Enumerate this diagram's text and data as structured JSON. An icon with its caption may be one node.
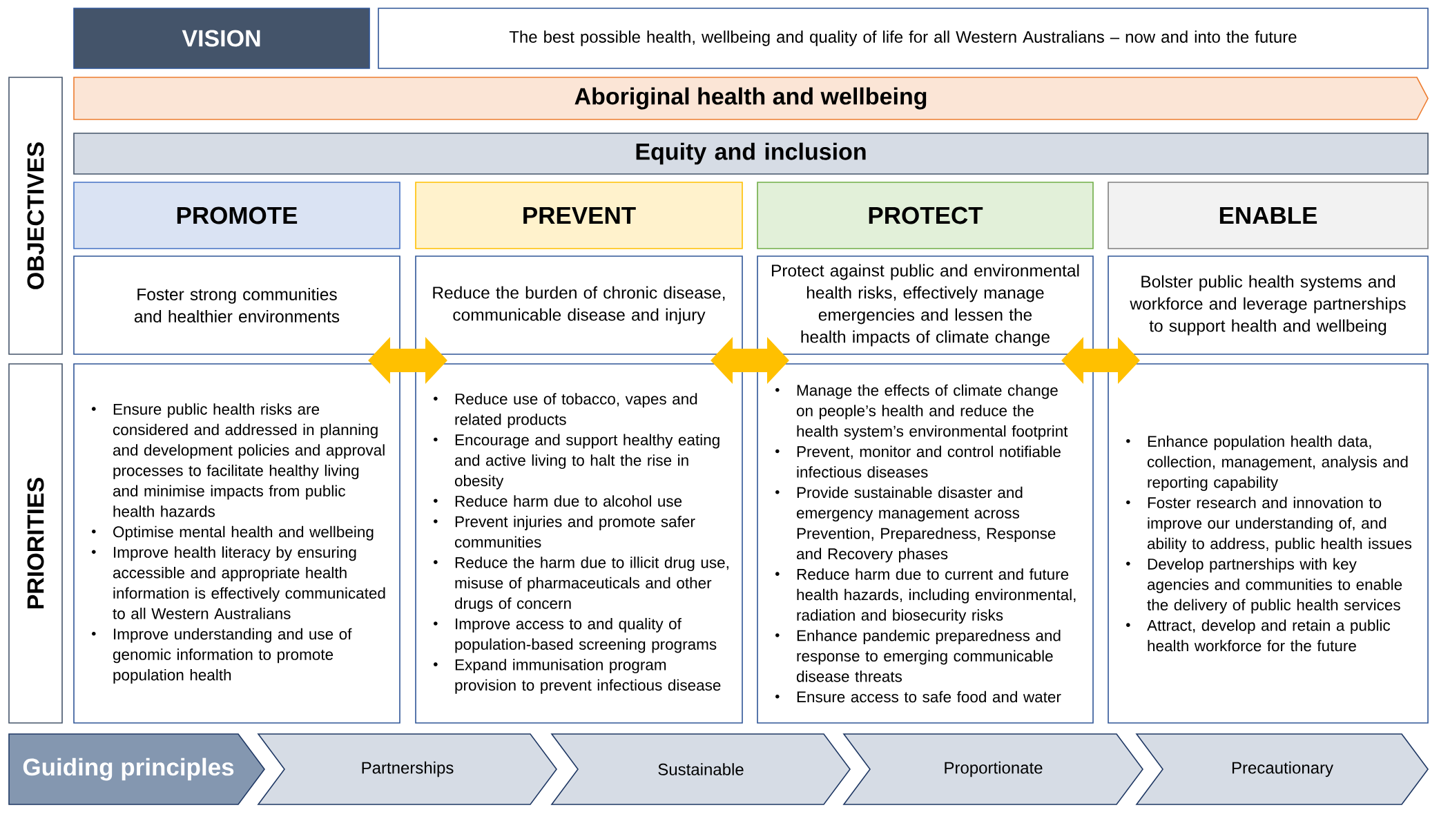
{
  "diagram": {
    "nodes": [
      {
        "text": [
          "VISION"
        ]
      },
      {
        "text": [
          "The best possible health, wellbeing and quality of life for all Western Australians – now and into the future"
        ]
      },
      {
        "text": [
          "OBJECTIVES"
        ]
      },
      {
        "text": [
          "Aboriginal health and wellbeing"
        ]
      },
      {
        "text": [
          "Equity and inclusion"
        ]
      },
      {
        "text": [
          "PROMOTE"
        ]
      },
      {
        "text": [
          "PREVENT"
        ]
      },
      {
        "text": [
          "PROTECT"
        ]
      },
      {
        "text": [
          "ENABLE"
        ]
      },
      {
        "text": [
          "Foster strong communities and healthier environments"
        ]
      },
      {
        "text": [
          "Reduce the burden of chronic disease, communicable disease and injury"
        ]
      },
      {
        "text": [
          "Protect against public and environmental health risks, effectively manage emergencies and lessen the health impacts of climate change"
        ]
      },
      {
        "text": [
          "Bolster public health systems and workforce and leverage partnerships to support health and wellbeing"
        ]
      },
      {
        "text": [
          "PRIORITIES"
        ]
      },
      {
        "text": [
          "Ensure public health risks are considered and addressed in planning and development policies and approval processes to facilitate healthy living and minimise impacts from public health hazards",
          "Optimise mental health and wellbeing",
          "Improve health literacy by ensuring accessible and appropriate health information is effectively communicated to all Western Australians",
          "Improve understanding and use of genomic information to promote population health"
        ]
      },
      {
        "text": [
          "Reduce use of tobacco, vapes and related products",
          "Encourage and support healthy eating and active living to halt the rise in obesity",
          "Reduce harm due to alcohol use",
          "Prevent injuries and promote safer communities",
          "Reduce the harm due to illicit drug use, misuse of pharmaceuticals and other drugs of concern",
          "Improve access to and quality of population-based screening programs",
          "Expand immunisation program provision to prevent infectious disease"
        ]
      },
      {
        "text": [
          "Manage the effects of climate change on people’s health and reduce the health system’s environmental footprint",
          "Prevent, monitor and control notifiable infectious diseases",
          "Provide sustainable disaster and emergency management across Prevention, Preparedness, Response and Recovery phases",
          "Reduce harm due to current and future health hazards, including environmental, radiation and biosecurity risks",
          "Enhance pandemic preparedness and response to emerging communicable disease threats",
          "Ensure access to safe food and water"
        ]
      },
      {
        "text": [
          "Enhance population health data, collection, management, analysis and reporting capability",
          "Foster research and innovation to improve our understanding of, and ability to address, public health issues",
          "Develop partnerships with key agencies and communities to enable the delivery of public health services",
          "Attract, develop and retain a public health workforce for the future"
        ]
      },
      {
        "text": [
          "Guiding principles"
        ]
      },
      {
        "text": [
          "Partnerships"
        ]
      },
      {
        "text": [
          "Sustainable"
        ]
      },
      {
        "text": [
          "Proportionate"
        ]
      },
      {
        "text": [
          "Precautionary"
        ]
      }
    ],
    "edges": [
      {
        "from": 9,
        "to": 10,
        "arrow": "both"
      },
      {
        "from": 10,
        "to": 11,
        "arrow": "both"
      },
      {
        "from": 11,
        "to": 12,
        "arrow": "both"
      }
    ]
  }
}
